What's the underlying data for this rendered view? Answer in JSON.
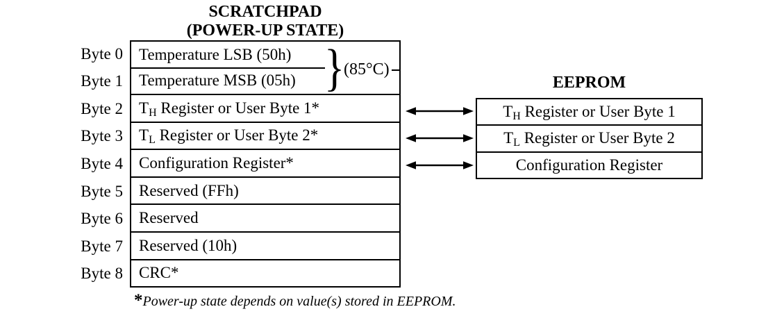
{
  "colors": {
    "ink": "#000000",
    "background": "#ffffff"
  },
  "scratchpad": {
    "title_line1": "SCRATCHPAD",
    "title_line2": "(POWER-UP STATE)",
    "temperature_annotation": "(85°C)",
    "brace_glyph": "}",
    "rows": [
      {
        "byte": "Byte 0",
        "label": "Temperature LSB (50h)"
      },
      {
        "byte": "Byte 1",
        "label": "Temperature MSB (05h)"
      },
      {
        "byte": "Byte 2",
        "label_pre": "T",
        "label_sub": "H",
        "label_post": " Register or User Byte 1*"
      },
      {
        "byte": "Byte 3",
        "label_pre": "T",
        "label_sub": "L",
        "label_post": " Register or User Byte 2*"
      },
      {
        "byte": "Byte 4",
        "label": "Configuration Register*"
      },
      {
        "byte": "Byte 5",
        "label": "Reserved (FFh)"
      },
      {
        "byte": "Byte 6",
        "label": "Reserved"
      },
      {
        "byte": "Byte 7",
        "label": "Reserved (10h)"
      },
      {
        "byte": "Byte 8",
        "label": "CRC*"
      }
    ]
  },
  "eeprom": {
    "title": "EEPROM",
    "rows": [
      {
        "label_pre": "T",
        "label_sub": "H",
        "label_post": " Register or User Byte 1"
      },
      {
        "label_pre": "T",
        "label_sub": "L",
        "label_post": " Register or User Byte 2"
      },
      {
        "label": "Configuration Register"
      }
    ]
  },
  "footnote": {
    "marker": "*",
    "text": "Power-up state depends on value(s) stored in EEPROM."
  }
}
